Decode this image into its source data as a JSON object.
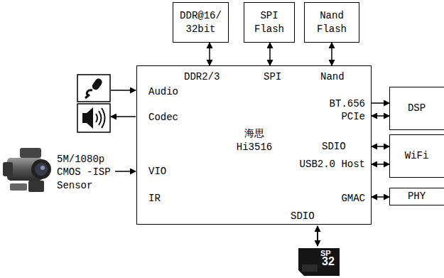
{
  "diagram": {
    "nodes": [
      {
        "text": [
          "DDR@16/ 32bit"
        ]
      },
      {
        "text": [
          "SPI Flash"
        ]
      },
      {
        "text": [
          "Nand Flash"
        ]
      },
      {
        "text": [
          "DDR2/3",
          "SPI",
          "Nand",
          "Audio",
          "Codec",
          "海思 Hi3516",
          "VIO",
          "IR",
          "BT.656",
          "PCIe",
          "SDIO",
          "USB2.0 Host",
          "GMAC",
          "SDIO"
        ]
      },
      {
        "text": [
          "DSP"
        ]
      },
      {
        "text": [
          "WiFi"
        ]
      },
      {
        "text": [
          "PHY"
        ]
      }
    ],
    "edges": [
      {
        "from": 0,
        "to": 3,
        "arrow": "both"
      },
      {
        "from": 1,
        "to": 3,
        "arrow": "both"
      },
      {
        "from": 2,
        "to": 3,
        "arrow": "both"
      },
      {
        "from": 3,
        "to": 4,
        "arrow": "to"
      },
      {
        "from": 3,
        "to": 4,
        "arrow": "both"
      },
      {
        "from": 3,
        "to": 5,
        "arrow": "both"
      },
      {
        "from": 3,
        "to": 5,
        "arrow": "both"
      },
      {
        "from": 3,
        "to": 6,
        "arrow": "both"
      }
    ],
    "labels": [
      "5M/1080p",
      "CMOS -ISP",
      "Sensor",
      "SP",
      "32"
    ]
  }
}
